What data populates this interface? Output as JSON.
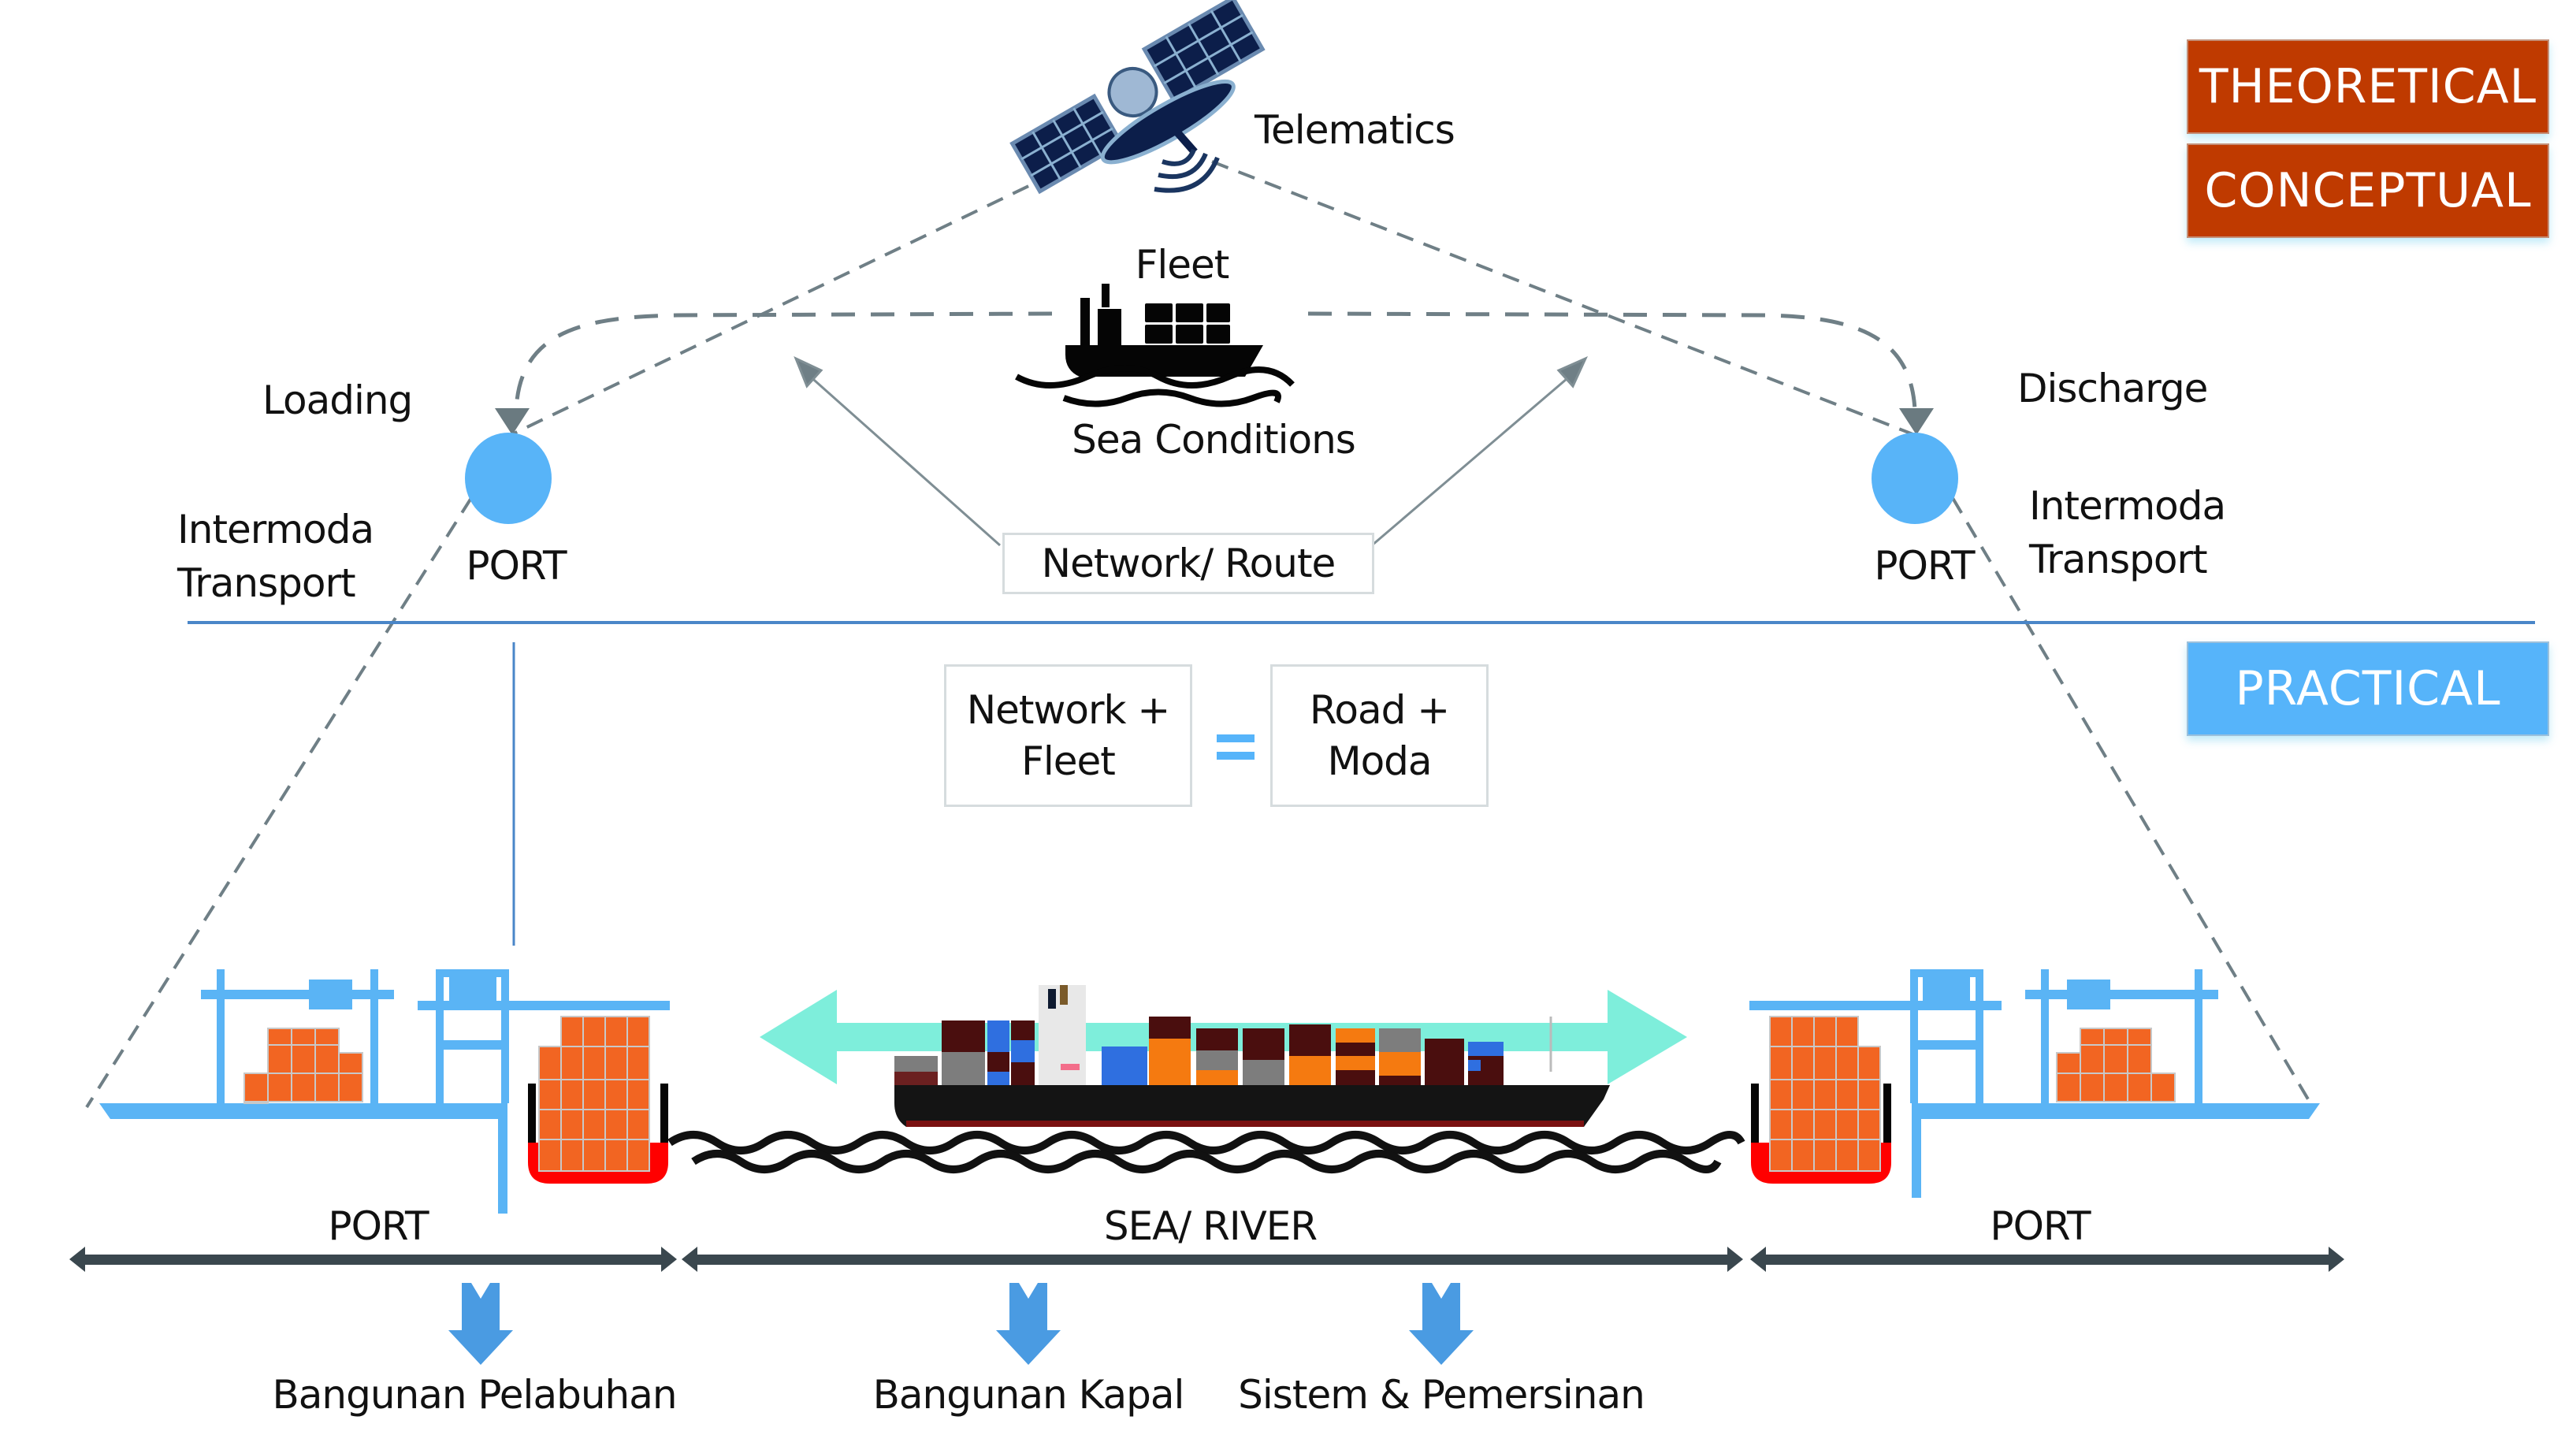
{
  "colors": {
    "theoretical_bg": "#bf3a00",
    "practical_bg": "#56b4fa",
    "port_circle": "#58b4f8",
    "divider": "#4a86c8",
    "dashed_line": "#6f7f86",
    "double_arrow_teal": "#7eeedb",
    "scale_bar": "#3a474e",
    "down_arrow": "#4a9be2",
    "container_orange": "#f26522",
    "hull_red": "#ff0000",
    "crane_blue": "#5ab4f5"
  },
  "badges": {
    "theoretical": "THEORETICAL",
    "conceptual": "CONCEPTUAL",
    "practical": "PRACTICAL"
  },
  "conceptual": {
    "telematics": "Telematics",
    "fleet": "Fleet",
    "sea_conditions": "Sea Conditions",
    "loading": "Loading",
    "discharge": "Discharge",
    "left_intermoda": [
      "Intermoda",
      "Transport"
    ],
    "right_intermoda": [
      "Intermoda",
      "Transport"
    ],
    "left_port": "PORT",
    "right_port": "PORT",
    "network_route": "Network/ Route"
  },
  "equation": {
    "left": [
      "Network +",
      "Fleet"
    ],
    "operator": "=",
    "right": [
      "Road +",
      "Moda"
    ]
  },
  "practical": {
    "segments": [
      {
        "label": "PORT"
      },
      {
        "label": "SEA/ RIVER"
      },
      {
        "label": "PORT"
      }
    ],
    "outcomes": [
      {
        "label": "Bangunan Pelabuhan"
      },
      {
        "label": "Bangunan Kapal"
      },
      {
        "label": "Sistem & Pemersinan"
      }
    ]
  },
  "icons": {
    "satellite": "satellite-icon",
    "fleet_ship": "cargo-ship-icon",
    "port_node": "port-node-icon",
    "container_ship": "container-ship-icon",
    "gantry_crane": "gantry-crane-icon",
    "down_arrow": "arrow-down-icon",
    "double_arrow": "double-arrow-icon"
  }
}
